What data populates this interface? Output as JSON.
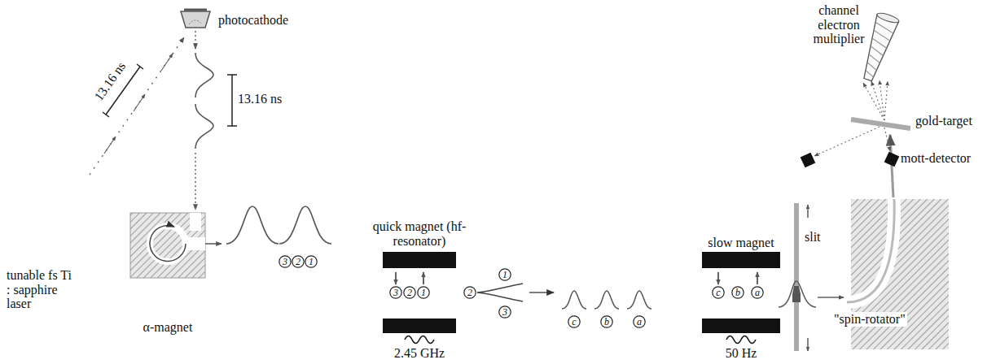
{
  "diagram": {
    "nodes": [
      {
        "text": [
          "3"
        ]
      },
      {
        "text": [
          "2"
        ]
      },
      {
        "text": [
          "1"
        ]
      },
      {
        "text": [
          "3"
        ]
      },
      {
        "text": [
          "2"
        ]
      },
      {
        "text": [
          "1"
        ]
      },
      {
        "text": [
          "2"
        ]
      },
      {
        "text": [
          "1"
        ]
      },
      {
        "text": [
          "3"
        ]
      },
      {
        "text": [
          "c"
        ]
      },
      {
        "text": [
          "b"
        ]
      },
      {
        "text": [
          "a"
        ]
      },
      {
        "text": [
          "c"
        ]
      },
      {
        "text": [
          "b"
        ]
      },
      {
        "text": [
          "a"
        ]
      }
    ],
    "labels": [
      "channel electron multiplier",
      "photocathode",
      "13.16 ns",
      "13.16 ns",
      "tunable fs Ti : sapphire laser",
      "α-magnet",
      "quick magnet (hf-resonator)",
      "2.45 GHz",
      "slow magnet",
      "50 Hz",
      "slit",
      "gold-target",
      "mott-detector",
      "\"spin-rotator\""
    ]
  }
}
